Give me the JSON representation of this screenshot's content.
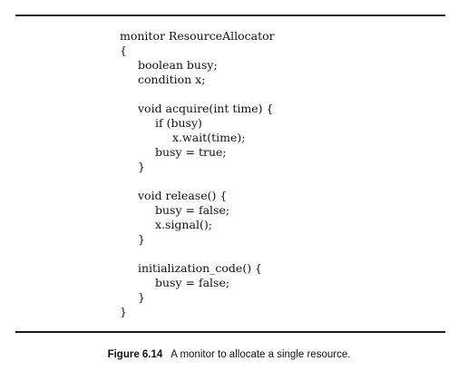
{
  "code": {
    "lines": [
      "monitor ResourceAllocator",
      "{",
      "boolean busy;",
      "condition x;",
      "void acquire(int time) {",
      "if (busy)",
      "x.wait(time);",
      "busy = true;",
      "}",
      "void release() {",
      "busy = false;",
      "x.signal();",
      "}",
      "initialization_code() {",
      "busy = false;",
      "}",
      "}"
    ]
  },
  "caption": {
    "label": "Figure 6.14",
    "text": "A monitor to allocate a single resource."
  }
}
